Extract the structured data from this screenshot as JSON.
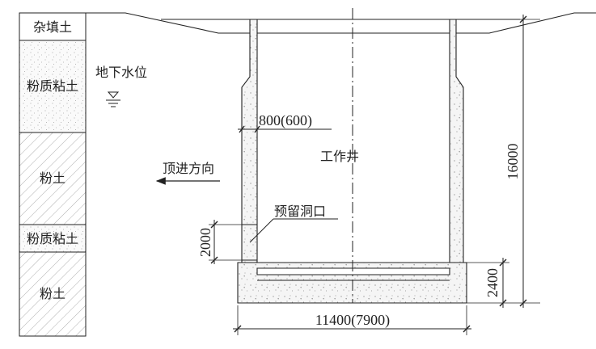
{
  "soil_layers": [
    {
      "name": "杂填土",
      "pattern": "plain"
    },
    {
      "name": "粉质粘土",
      "pattern": "dots"
    },
    {
      "name": "粉土",
      "pattern": "hatch"
    },
    {
      "name": "粉质粘土",
      "pattern": "dots"
    },
    {
      "name": "粉土",
      "pattern": "hatch"
    }
  ],
  "labels": {
    "groundwater": "地下水位",
    "jacking_direction": "顶进方向",
    "working_shaft": "工作井",
    "reserved_opening": "预留洞口",
    "wall_thickness": "800(600)"
  },
  "dimensions": {
    "total_depth": "16000",
    "base_thickness": "2400",
    "opening_height": "2000",
    "width": "11400(7900)"
  },
  "colors": {
    "line": "#222222",
    "concrete_fill": "#f5f5f5",
    "speckle": "#777777"
  }
}
